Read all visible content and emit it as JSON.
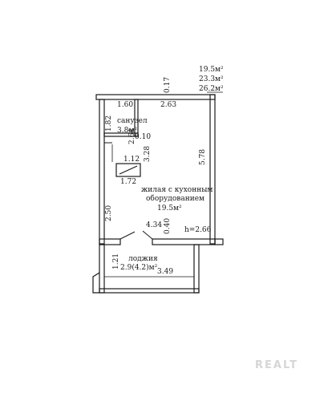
{
  "areas": {
    "living": "19.5м²",
    "total": "23.3м²",
    "total_with_loggia": "26.2м²"
  },
  "rooms": {
    "bathroom": {
      "name": "санузел",
      "area": "3.8м²"
    },
    "living": {
      "name_line1": "жилая с кухонным",
      "name_line2": "оборудованием",
      "area": "19.5м²"
    },
    "loggia": {
      "name": "лоджия",
      "area": "2.9(4.2)м²"
    }
  },
  "dimensions": {
    "top_right_wall": "0.17",
    "bath_width": "1.60",
    "room_width_top": "2.63",
    "bath_depth": "1.82",
    "shaft_small": "2.64",
    "shaft_gap": "0.10",
    "bath_height": "3.28",
    "right_wall_height": "5.78",
    "shaft_width": "1.12",
    "lower_width": "1.72",
    "left_lower_height": "2.50",
    "room_width_bottom": "4.34",
    "balcony_wall": "0.40",
    "ceiling_height": "h=2.66",
    "loggia_depth": "1.21",
    "loggia_width": "3.49"
  },
  "watermark": "REALT",
  "colors": {
    "wall": "#1a1a1a",
    "background": "#ffffff",
    "watermark": "#d6d6d6"
  }
}
